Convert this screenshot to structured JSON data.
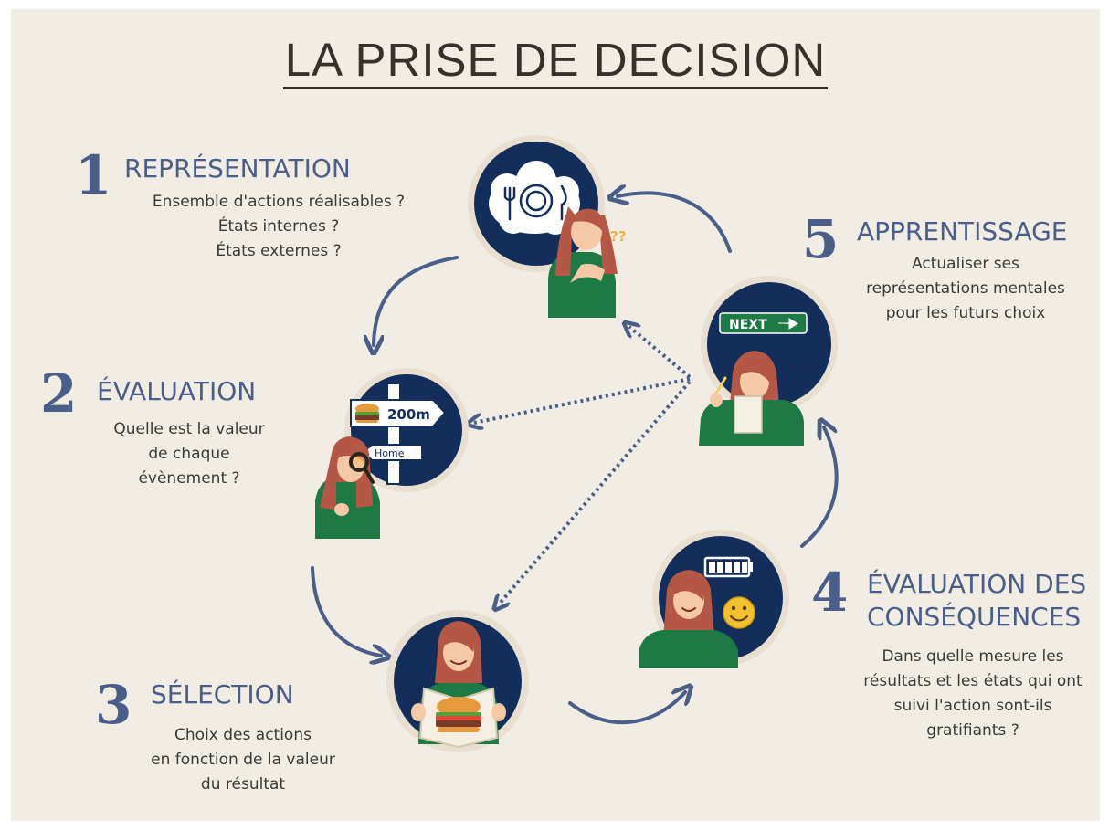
{
  "title": "LA PRISE DE DECISION",
  "steps": [
    {
      "number": "1",
      "heading": "REPRÉSENTATION",
      "lines": [
        "Ensemble d'actions réalisables ?",
        "États internes ?",
        "États externes ?"
      ]
    },
    {
      "number": "2",
      "heading": "ÉVALUATION",
      "lines": [
        "Quelle est la valeur",
        "de chaque",
        "évènement ?"
      ]
    },
    {
      "number": "3",
      "heading": "SÉLECTION",
      "lines": [
        "Choix des actions",
        "en fonction de la valeur",
        "du résultat"
      ]
    },
    {
      "number": "4",
      "heading_lines": [
        "ÉVALUATION DES",
        "CONSÉQUENCES"
      ],
      "lines": [
        "Dans quelle mesure les",
        "résultats et les états qui ont",
        "suivi l'action sont-ils",
        "gratifiants ?"
      ]
    },
    {
      "number": "5",
      "heading": "APPRENTISSAGE",
      "lines": [
        "Actualiser ses",
        "représentations mentales",
        "pour les futurs choix"
      ]
    }
  ],
  "illustrations": {
    "signpost_distance": "200m",
    "signpost_home": "Home",
    "next_sign": "NEXT"
  },
  "colors": {
    "background": "#f1ede4",
    "accent": "#4a5e87",
    "circle_fill": "#132e5a",
    "sweater": "#1e7a44",
    "hair": "#b45845"
  }
}
